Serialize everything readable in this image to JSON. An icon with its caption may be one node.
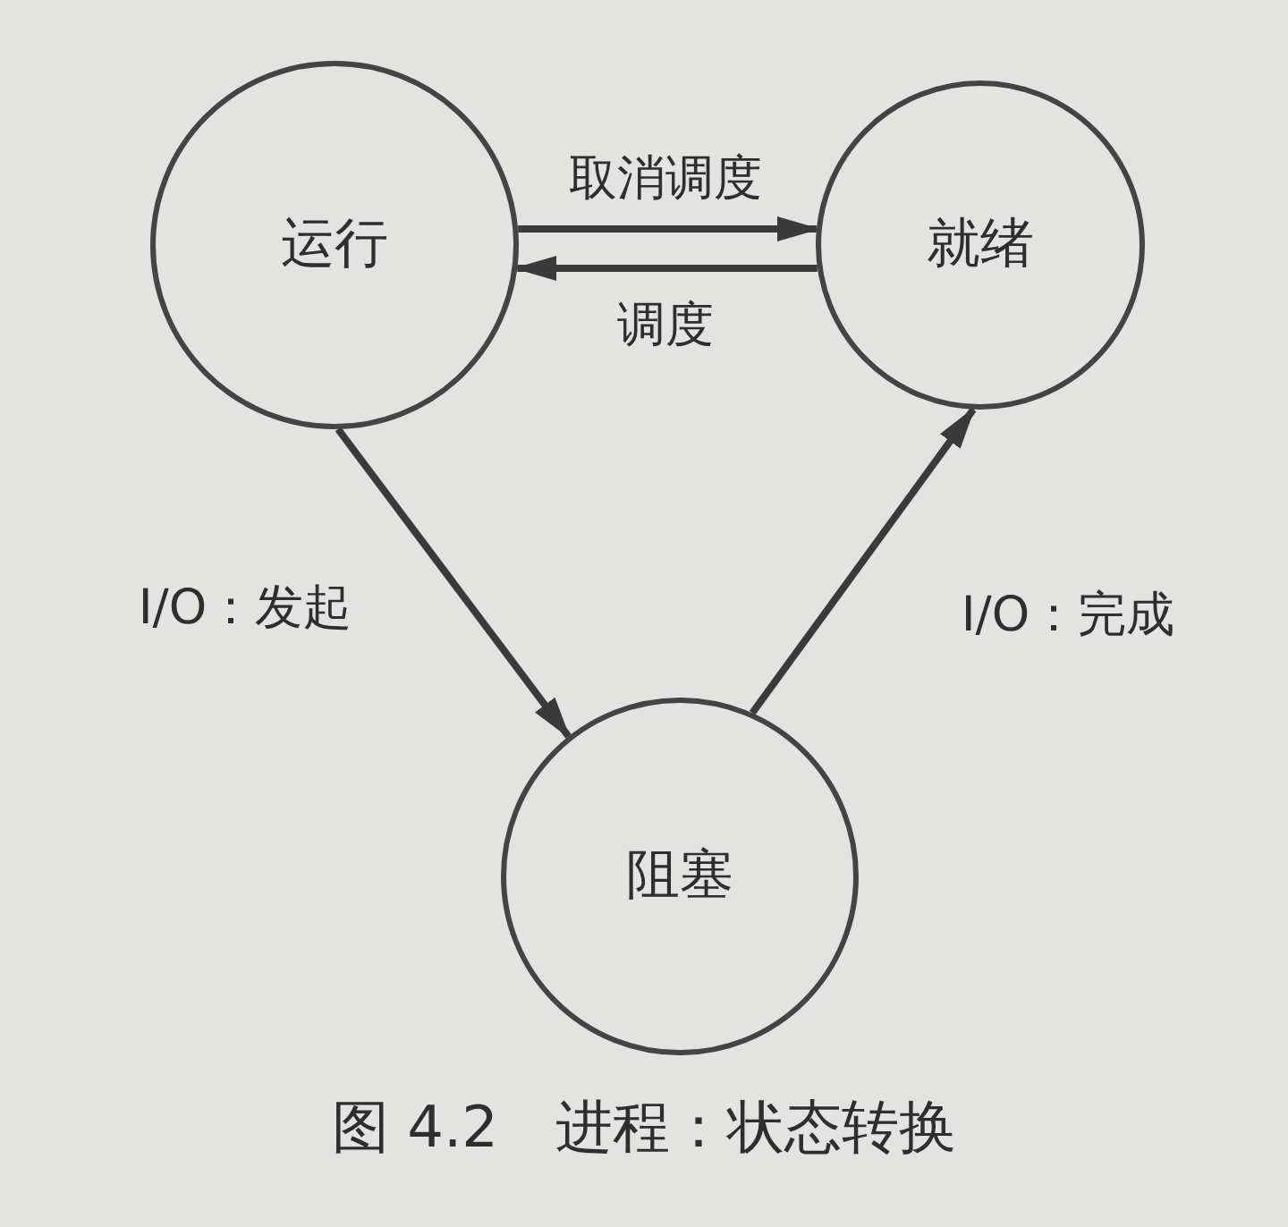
{
  "diagram": {
    "caption": "图 4.2　进程：状态转换",
    "nodes": [
      {
        "text": [
          "运行"
        ]
      },
      {
        "text": [
          "就绪"
        ]
      },
      {
        "text": [
          "阻塞"
        ]
      }
    ],
    "edges": [
      {
        "from": 0,
        "to": 1,
        "arrow": "to",
        "label": "取消调度"
      },
      {
        "from": 1,
        "to": 0,
        "arrow": "to",
        "label": "调度"
      },
      {
        "from": 0,
        "to": 2,
        "arrow": "to",
        "label": "I/O：发起"
      },
      {
        "from": 2,
        "to": 1,
        "arrow": "to",
        "label": "I/O：完成"
      }
    ]
  }
}
